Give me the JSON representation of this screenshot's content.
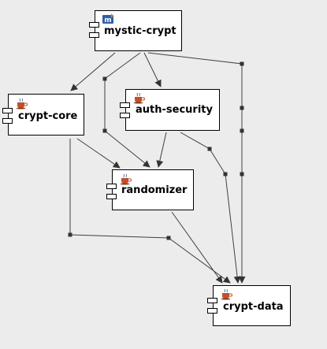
{
  "diagram": {
    "nodes": [
      {
        "id": "mystic-crypt",
        "label": "mystic-crypt",
        "badge": "maven-module-icon"
      },
      {
        "id": "crypt-core",
        "label": "crypt-core",
        "badge": "java-module-icon"
      },
      {
        "id": "auth-security",
        "label": "auth-security",
        "badge": "java-module-icon"
      },
      {
        "id": "randomizer",
        "label": "randomizer",
        "badge": "java-module-icon"
      },
      {
        "id": "crypt-data",
        "label": "crypt-data",
        "badge": "java-module-icon"
      }
    ],
    "edges": [
      {
        "from": "mystic-crypt",
        "to": "crypt-core"
      },
      {
        "from": "mystic-crypt",
        "to": "auth-security"
      },
      {
        "from": "mystic-crypt",
        "to": "randomizer"
      },
      {
        "from": "mystic-crypt",
        "to": "crypt-data"
      },
      {
        "from": "crypt-core",
        "to": "randomizer"
      },
      {
        "from": "crypt-core",
        "to": "crypt-data"
      },
      {
        "from": "auth-security",
        "to": "randomizer"
      },
      {
        "from": "auth-security",
        "to": "crypt-data"
      },
      {
        "from": "randomizer",
        "to": "crypt-data"
      }
    ],
    "colors": {
      "background": "#ececec",
      "node_fill": "#ffffff",
      "line": "#404040",
      "cup": "#c0502a",
      "maven": "#2f5fa8"
    }
  }
}
